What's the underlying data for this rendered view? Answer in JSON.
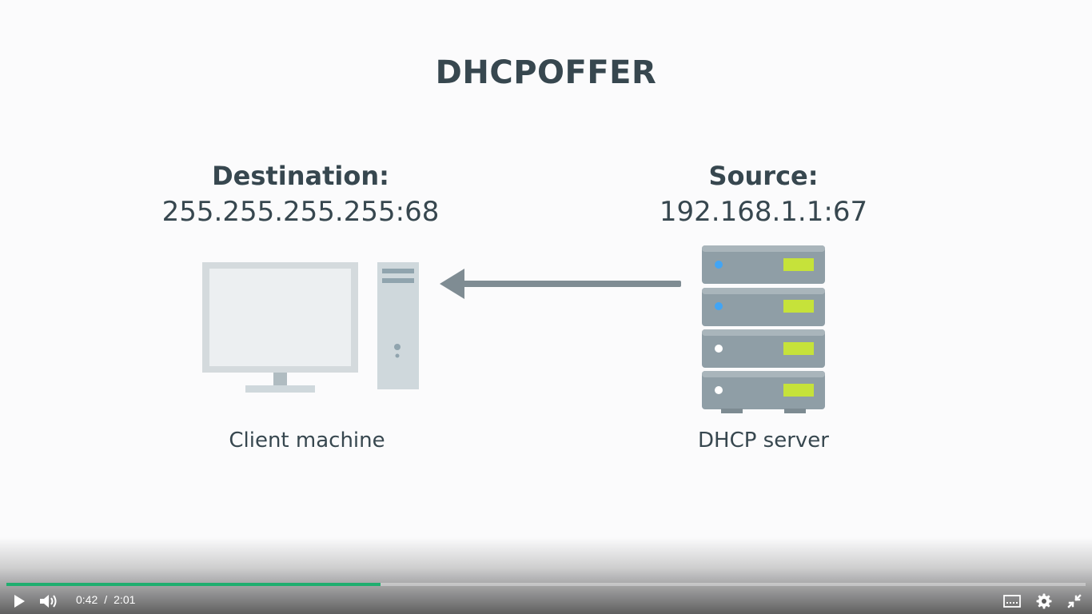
{
  "slide": {
    "title": "DHCPOFFER",
    "destination": {
      "heading": "Destination:",
      "address": "255.255.255.255:68"
    },
    "source": {
      "heading": "Source:",
      "address": "192.168.1.1:67"
    },
    "client_caption": "Client machine",
    "server_caption": "DHCP server"
  },
  "player": {
    "current_time": "0:42",
    "separator": "/",
    "duration": "2:01",
    "progress_fraction": 0.347,
    "accent_color": "#1fae6f",
    "icons": [
      "play-icon",
      "volume-icon",
      "captions-icon",
      "settings-icon",
      "exit-fullscreen-icon"
    ]
  },
  "colors": {
    "text": "#37474f",
    "server_body": "#8f9ea6",
    "server_led_blue": "#42a5f5",
    "server_panel": "#c6e23a",
    "monitor_frame": "#cfd8dc",
    "arrow": "#7f8c93"
  }
}
